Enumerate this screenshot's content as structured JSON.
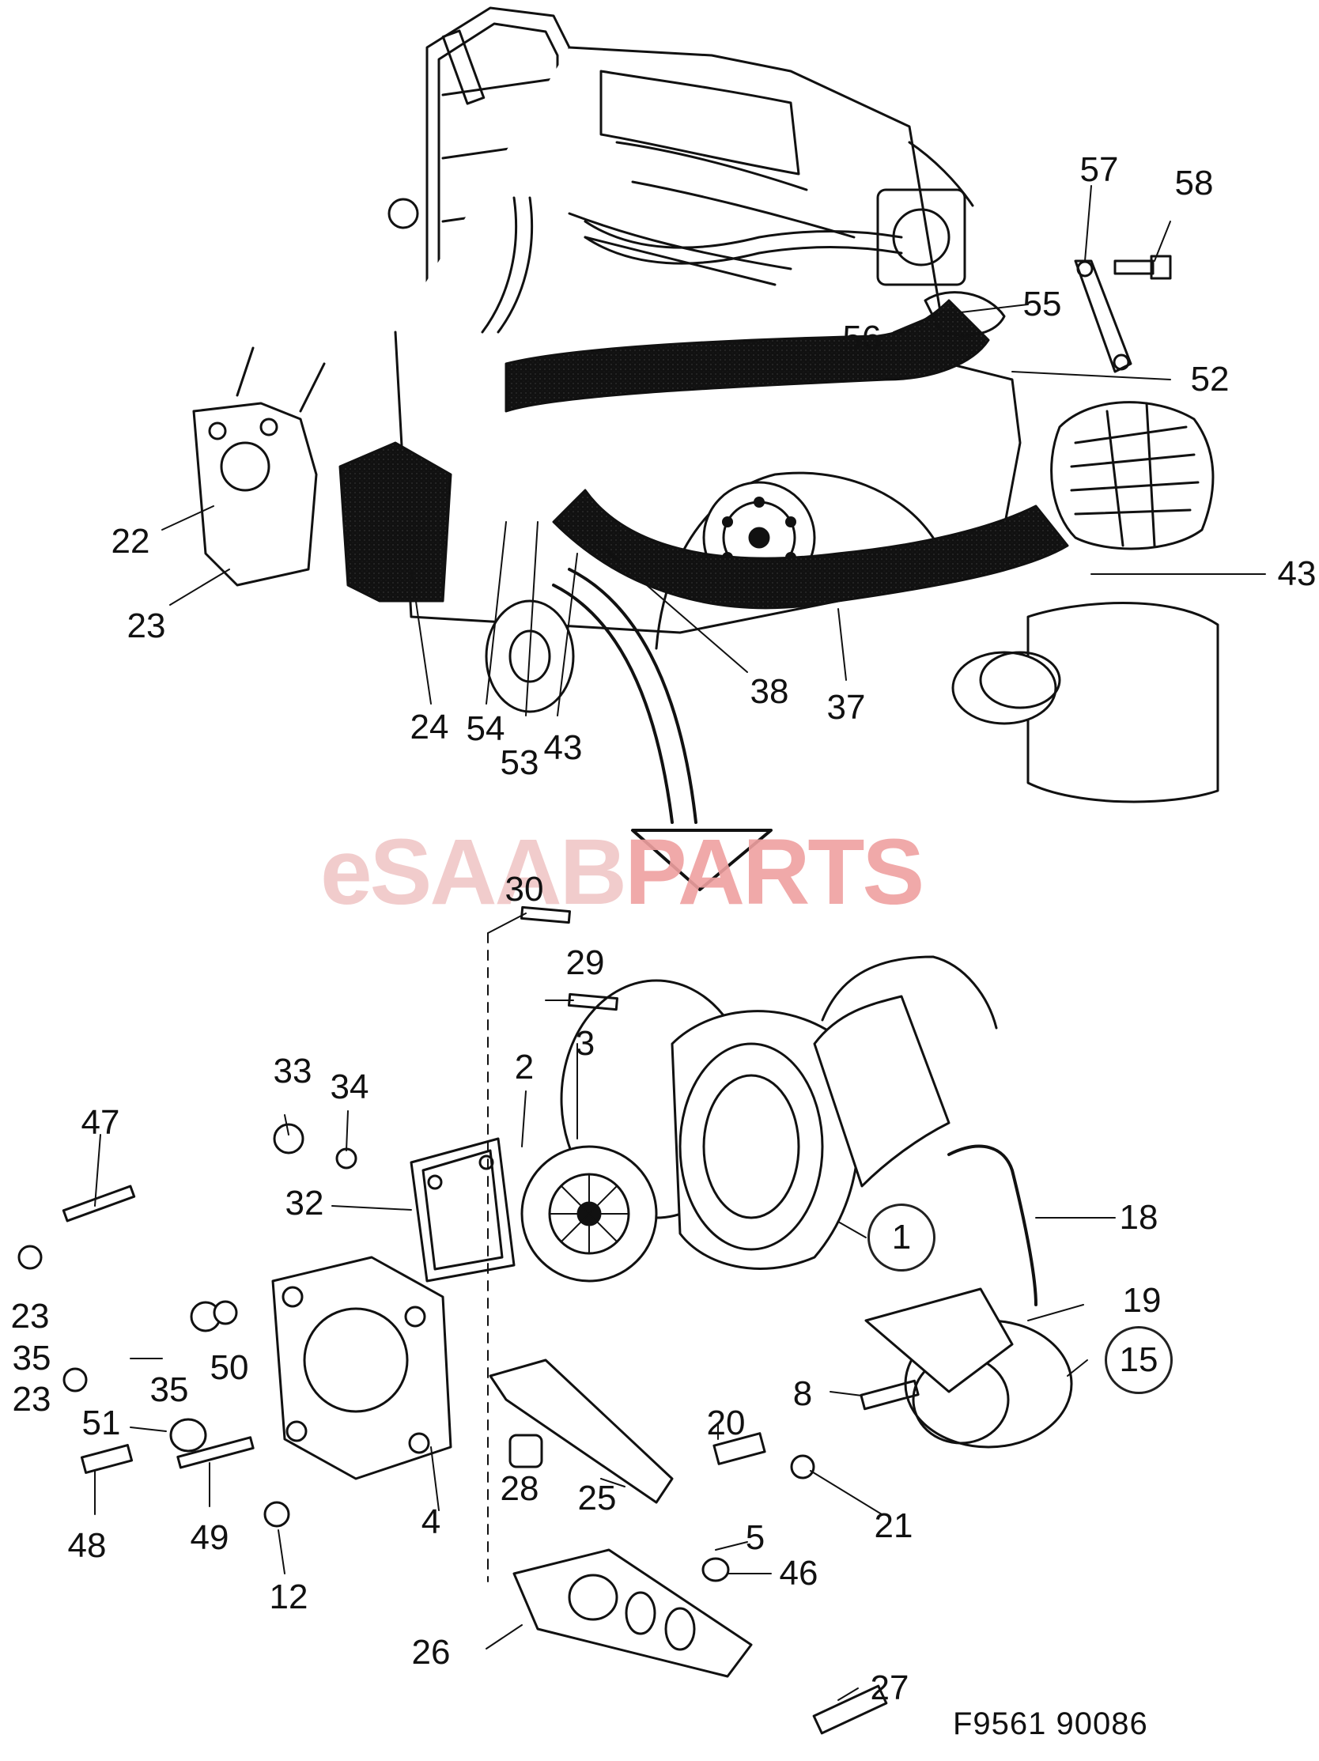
{
  "watermark": {
    "part1": "eSAAB",
    "part2": "PARTS",
    "color_main": "#efa0a0",
    "color_light": "#f0c7c7"
  },
  "figure_code": "F9561 90086",
  "callouts": {
    "c57": "57",
    "c58": "58",
    "c55": "55",
    "c56": "56",
    "c52": "52",
    "c22": "22",
    "c23a": "23",
    "c43a": "43",
    "c24": "24",
    "c54": "54",
    "c53": "53",
    "c43b": "43",
    "c38": "38",
    "c37": "37",
    "c30": "30",
    "c29": "29",
    "c3": "3",
    "c2": "2",
    "c33": "33",
    "c34": "34",
    "c47": "47",
    "c32": "32",
    "c1": "1",
    "c18": "18",
    "c23b": "23",
    "c35a": "35",
    "c35b": "35",
    "c50": "50",
    "c23c": "23",
    "c51": "51",
    "c19": "19",
    "c15": "15",
    "c8": "8",
    "c20": "20",
    "c28": "28",
    "c25": "25",
    "c21": "21",
    "c5": "5",
    "c46": "46",
    "c4": "4",
    "c48": "48",
    "c49": "49",
    "c12": "12",
    "c26": "26",
    "c27": "27"
  }
}
